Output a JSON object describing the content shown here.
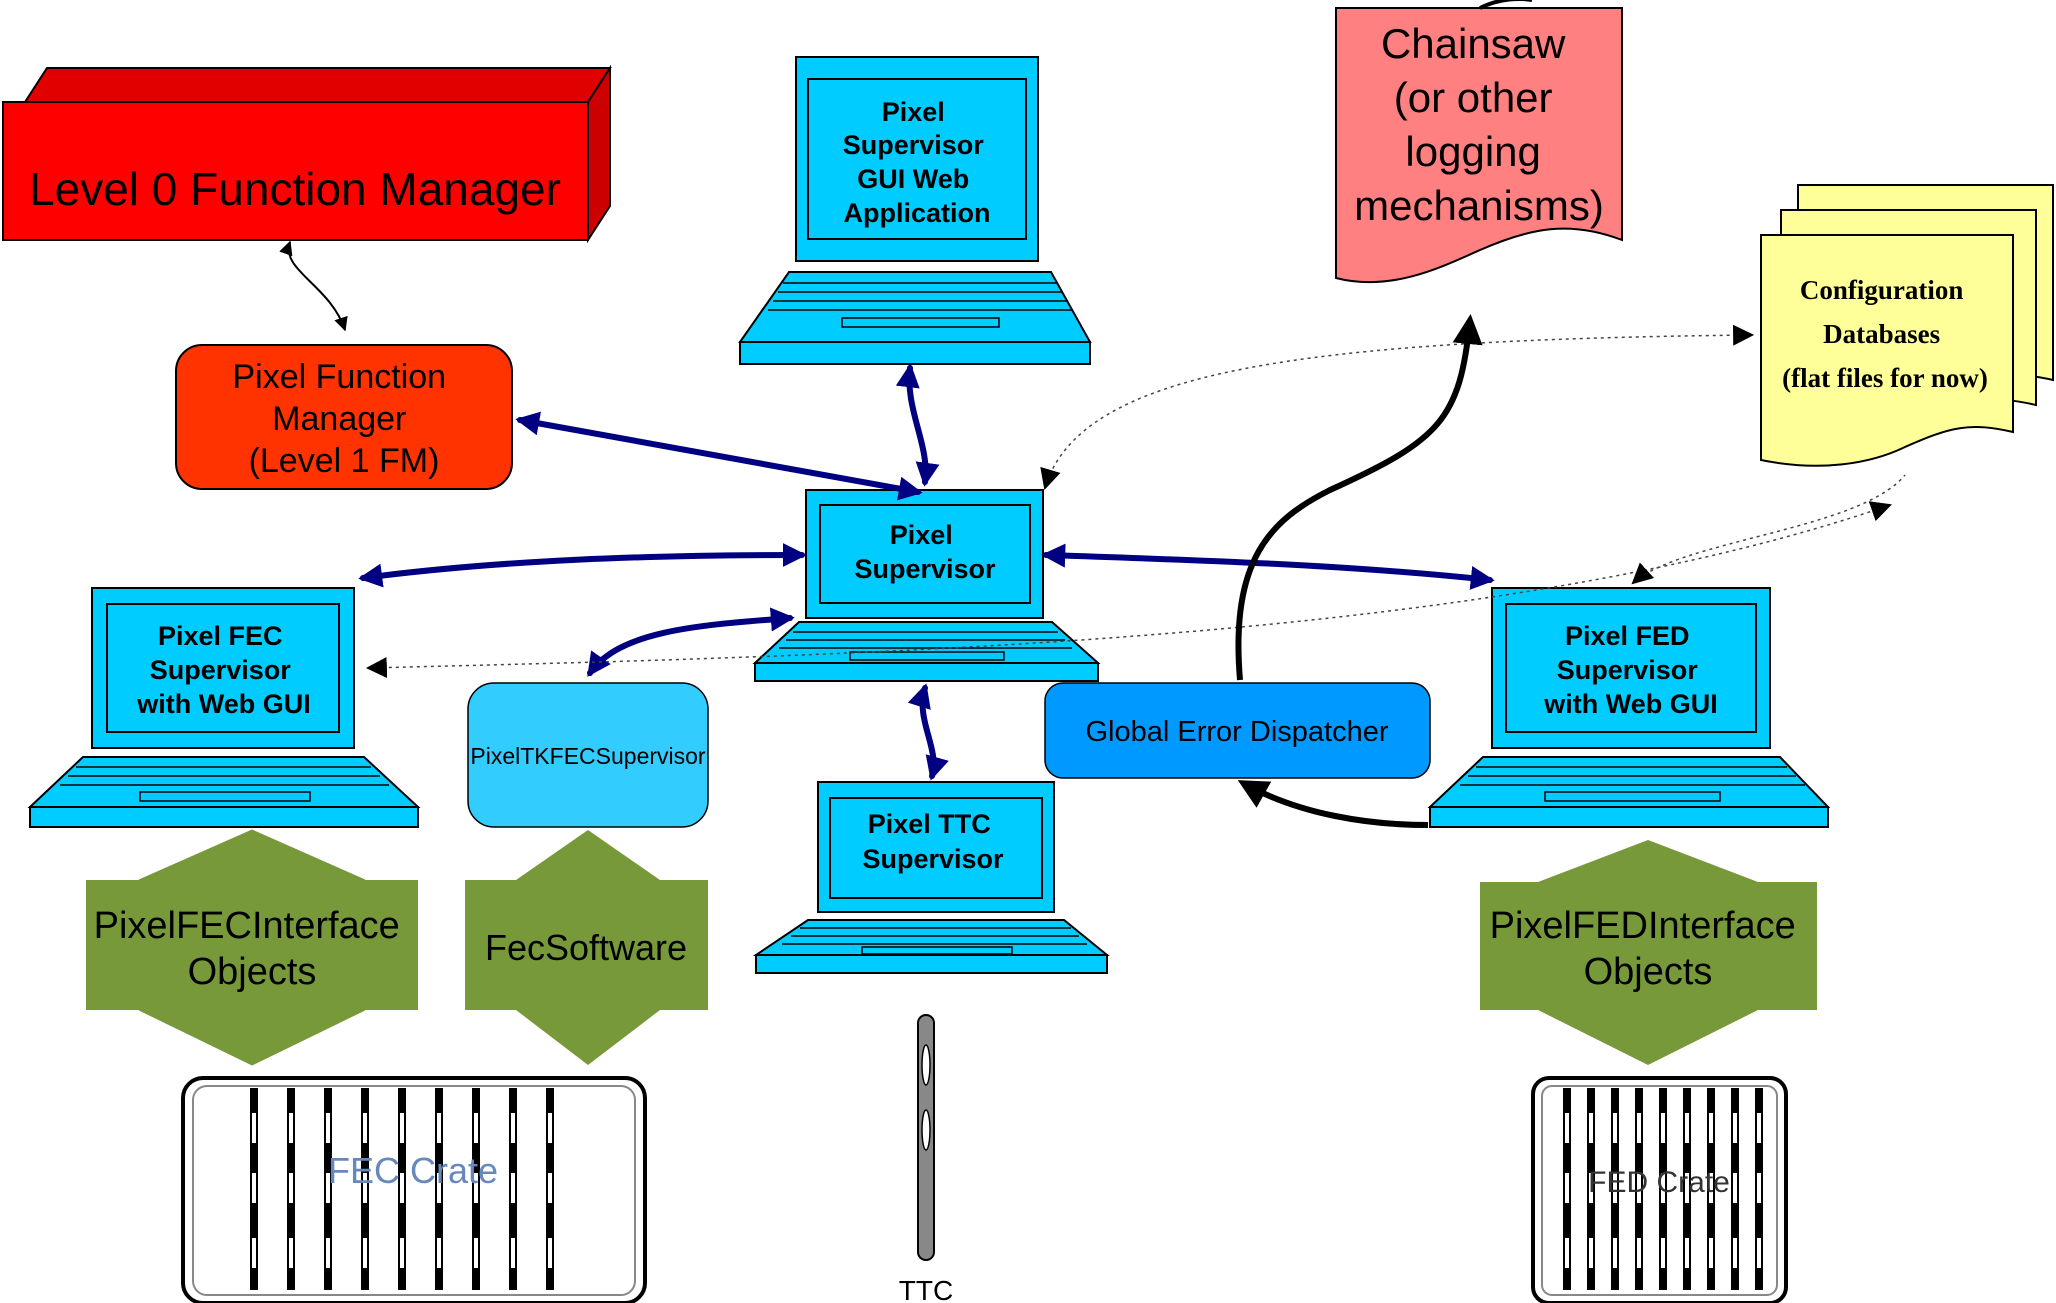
{
  "level0": {
    "label": "Level 0 Function Manager"
  },
  "pixel_fm": {
    "lines": [
      "Pixel Function",
      "Manager",
      "(Level 1 FM)"
    ]
  },
  "gui_laptop": {
    "lines": [
      "Pixel",
      "Supervisor",
      "GUI Web",
      "Application"
    ]
  },
  "chainsaw": {
    "lines": [
      "Chainsaw",
      "(or other",
      "logging",
      "mechanisms)"
    ]
  },
  "config_db": {
    "lines": [
      "Configuration",
      "Databases",
      "(flat files for now)"
    ]
  },
  "pixel_supervisor": {
    "lines": [
      "Pixel",
      "Supervisor"
    ]
  },
  "fec_supervisor": {
    "lines": [
      "Pixel FEC",
      "Supervisor",
      "with Web GUI"
    ]
  },
  "fed_supervisor": {
    "lines": [
      "Pixel FED",
      "Supervisor",
      "with Web GUI"
    ]
  },
  "ttc_supervisor": {
    "lines": [
      "Pixel TTC",
      "Supervisor"
    ]
  },
  "tkfec_supervisor": {
    "label": "PixelTKFECSupervisor"
  },
  "global_error": {
    "label": "Global Error Dispatcher"
  },
  "fec_interface": {
    "lines": [
      "PixelFECInterface",
      "Objects"
    ]
  },
  "fec_software": {
    "label": "FecSoftware"
  },
  "fed_interface": {
    "lines": [
      "PixelFEDInterface",
      "Objects"
    ]
  },
  "fec_crate": {
    "label": "FEC Crate"
  },
  "fed_crate": {
    "label": "FED Crate"
  },
  "ttc": {
    "label": "TTC"
  },
  "colors": {
    "laptop": "#00ccff",
    "level0_front": "#ff0000",
    "level0_side": "#cc0000",
    "level0_top": "#e00000",
    "pixel_fm": "#ff3300",
    "chainsaw": "#ff8080",
    "config_db": "#ffff99",
    "tkfec": "#33ccff",
    "global_error": "#0099ff",
    "interface_arrow": "#77993a",
    "link_arrow": "#000080"
  }
}
